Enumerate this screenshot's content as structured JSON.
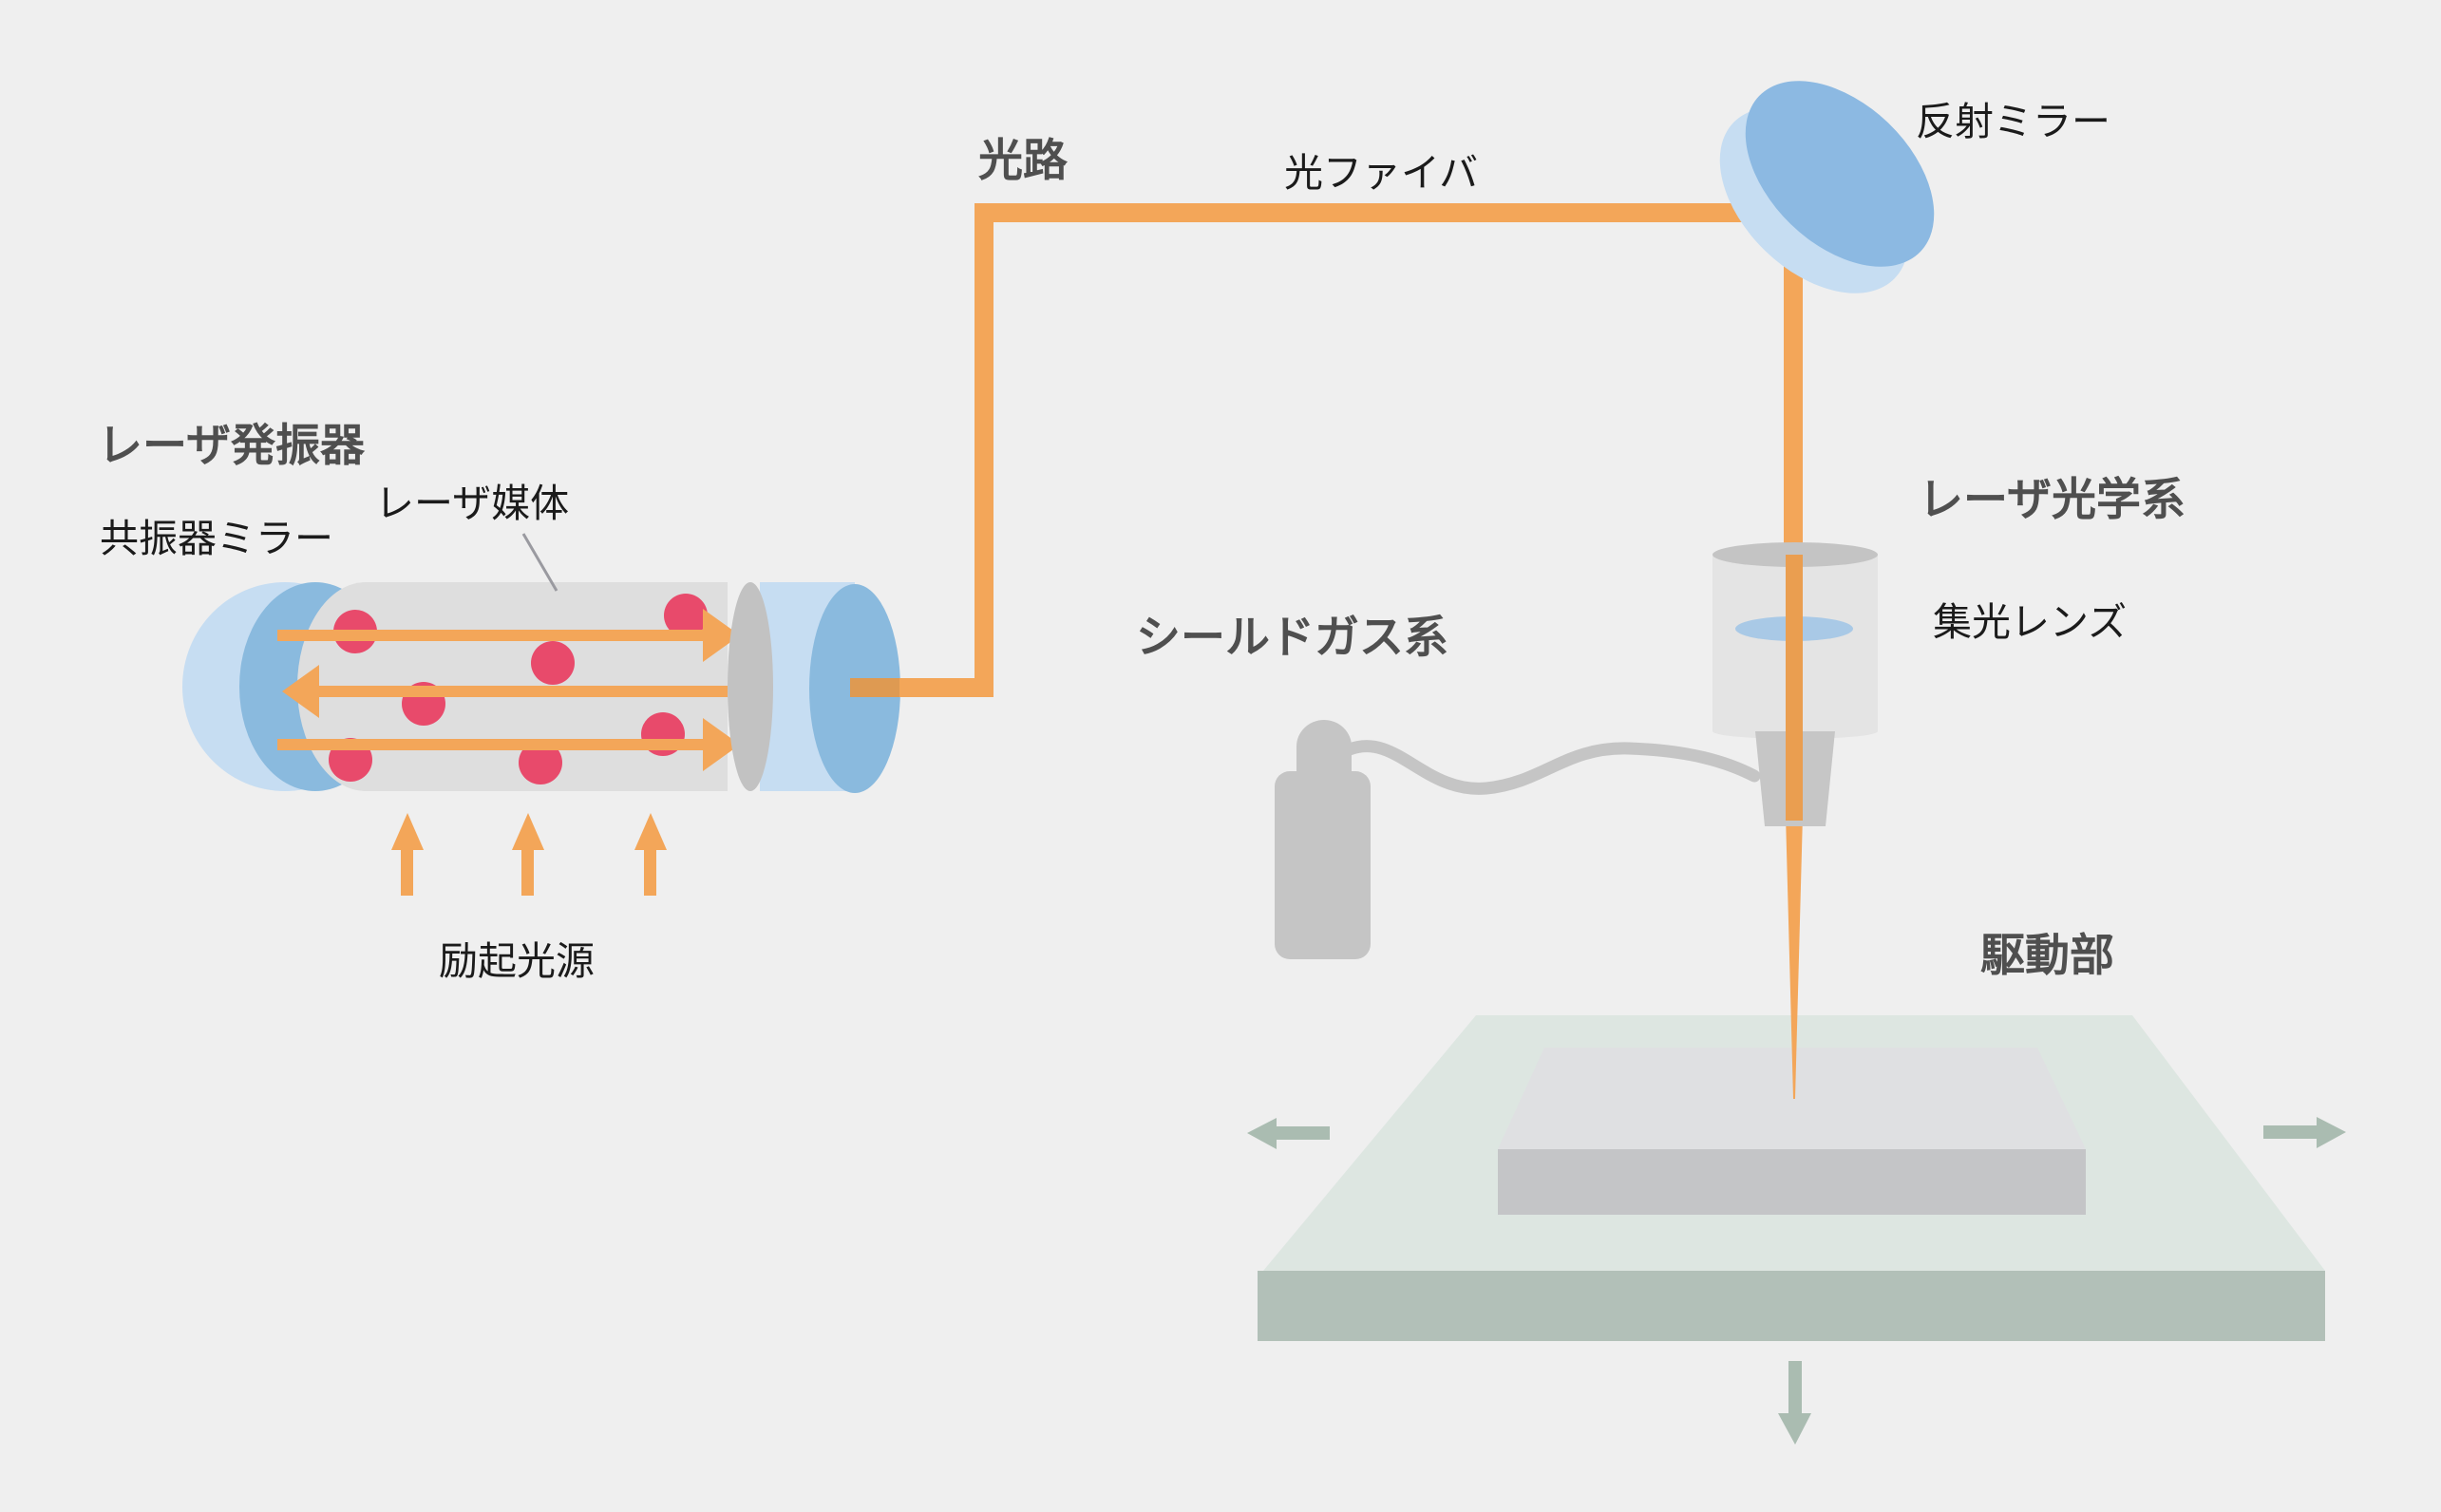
{
  "diagram": {
    "type": "laser-processing-machine-schematic",
    "labels": {
      "laser_oscillator": "レーザ発振器",
      "resonator_mirror": "共振器ミラー",
      "laser_medium": "レーザ媒体",
      "excitation_light_source": "励起光源",
      "optical_path": "光路",
      "optical_fiber": "光ファイバ",
      "reflection_mirror": "反射ミラー",
      "laser_optics": "レーザ光学系",
      "condenser_lens": "集光レンズ",
      "shield_gas_system": "シールドガス系",
      "drive_unit": "駆動部"
    },
    "colors": {
      "background": "#efefef",
      "beam_orange": "#f3a659",
      "beam_orange_dark": "#de9a52",
      "dot_red": "#e84a6b",
      "blue_light": "#c6ddf2",
      "blue_mid": "#8abade",
      "lens_blue": "#a9c9e6",
      "gray_body": "#dedede",
      "gray_rim": "#c2c2c2",
      "gray_equipment": "#c5c5c5",
      "stage_top": "#dde6e1",
      "stage_front": "#b2c0b8",
      "stage_arrow": "#aabcb1",
      "workpiece_top": "#dfe0e2",
      "workpiece_front": "#c4c5c7",
      "heading_text": "#4f4f4f",
      "label_text": "#1b1b1b"
    }
  }
}
